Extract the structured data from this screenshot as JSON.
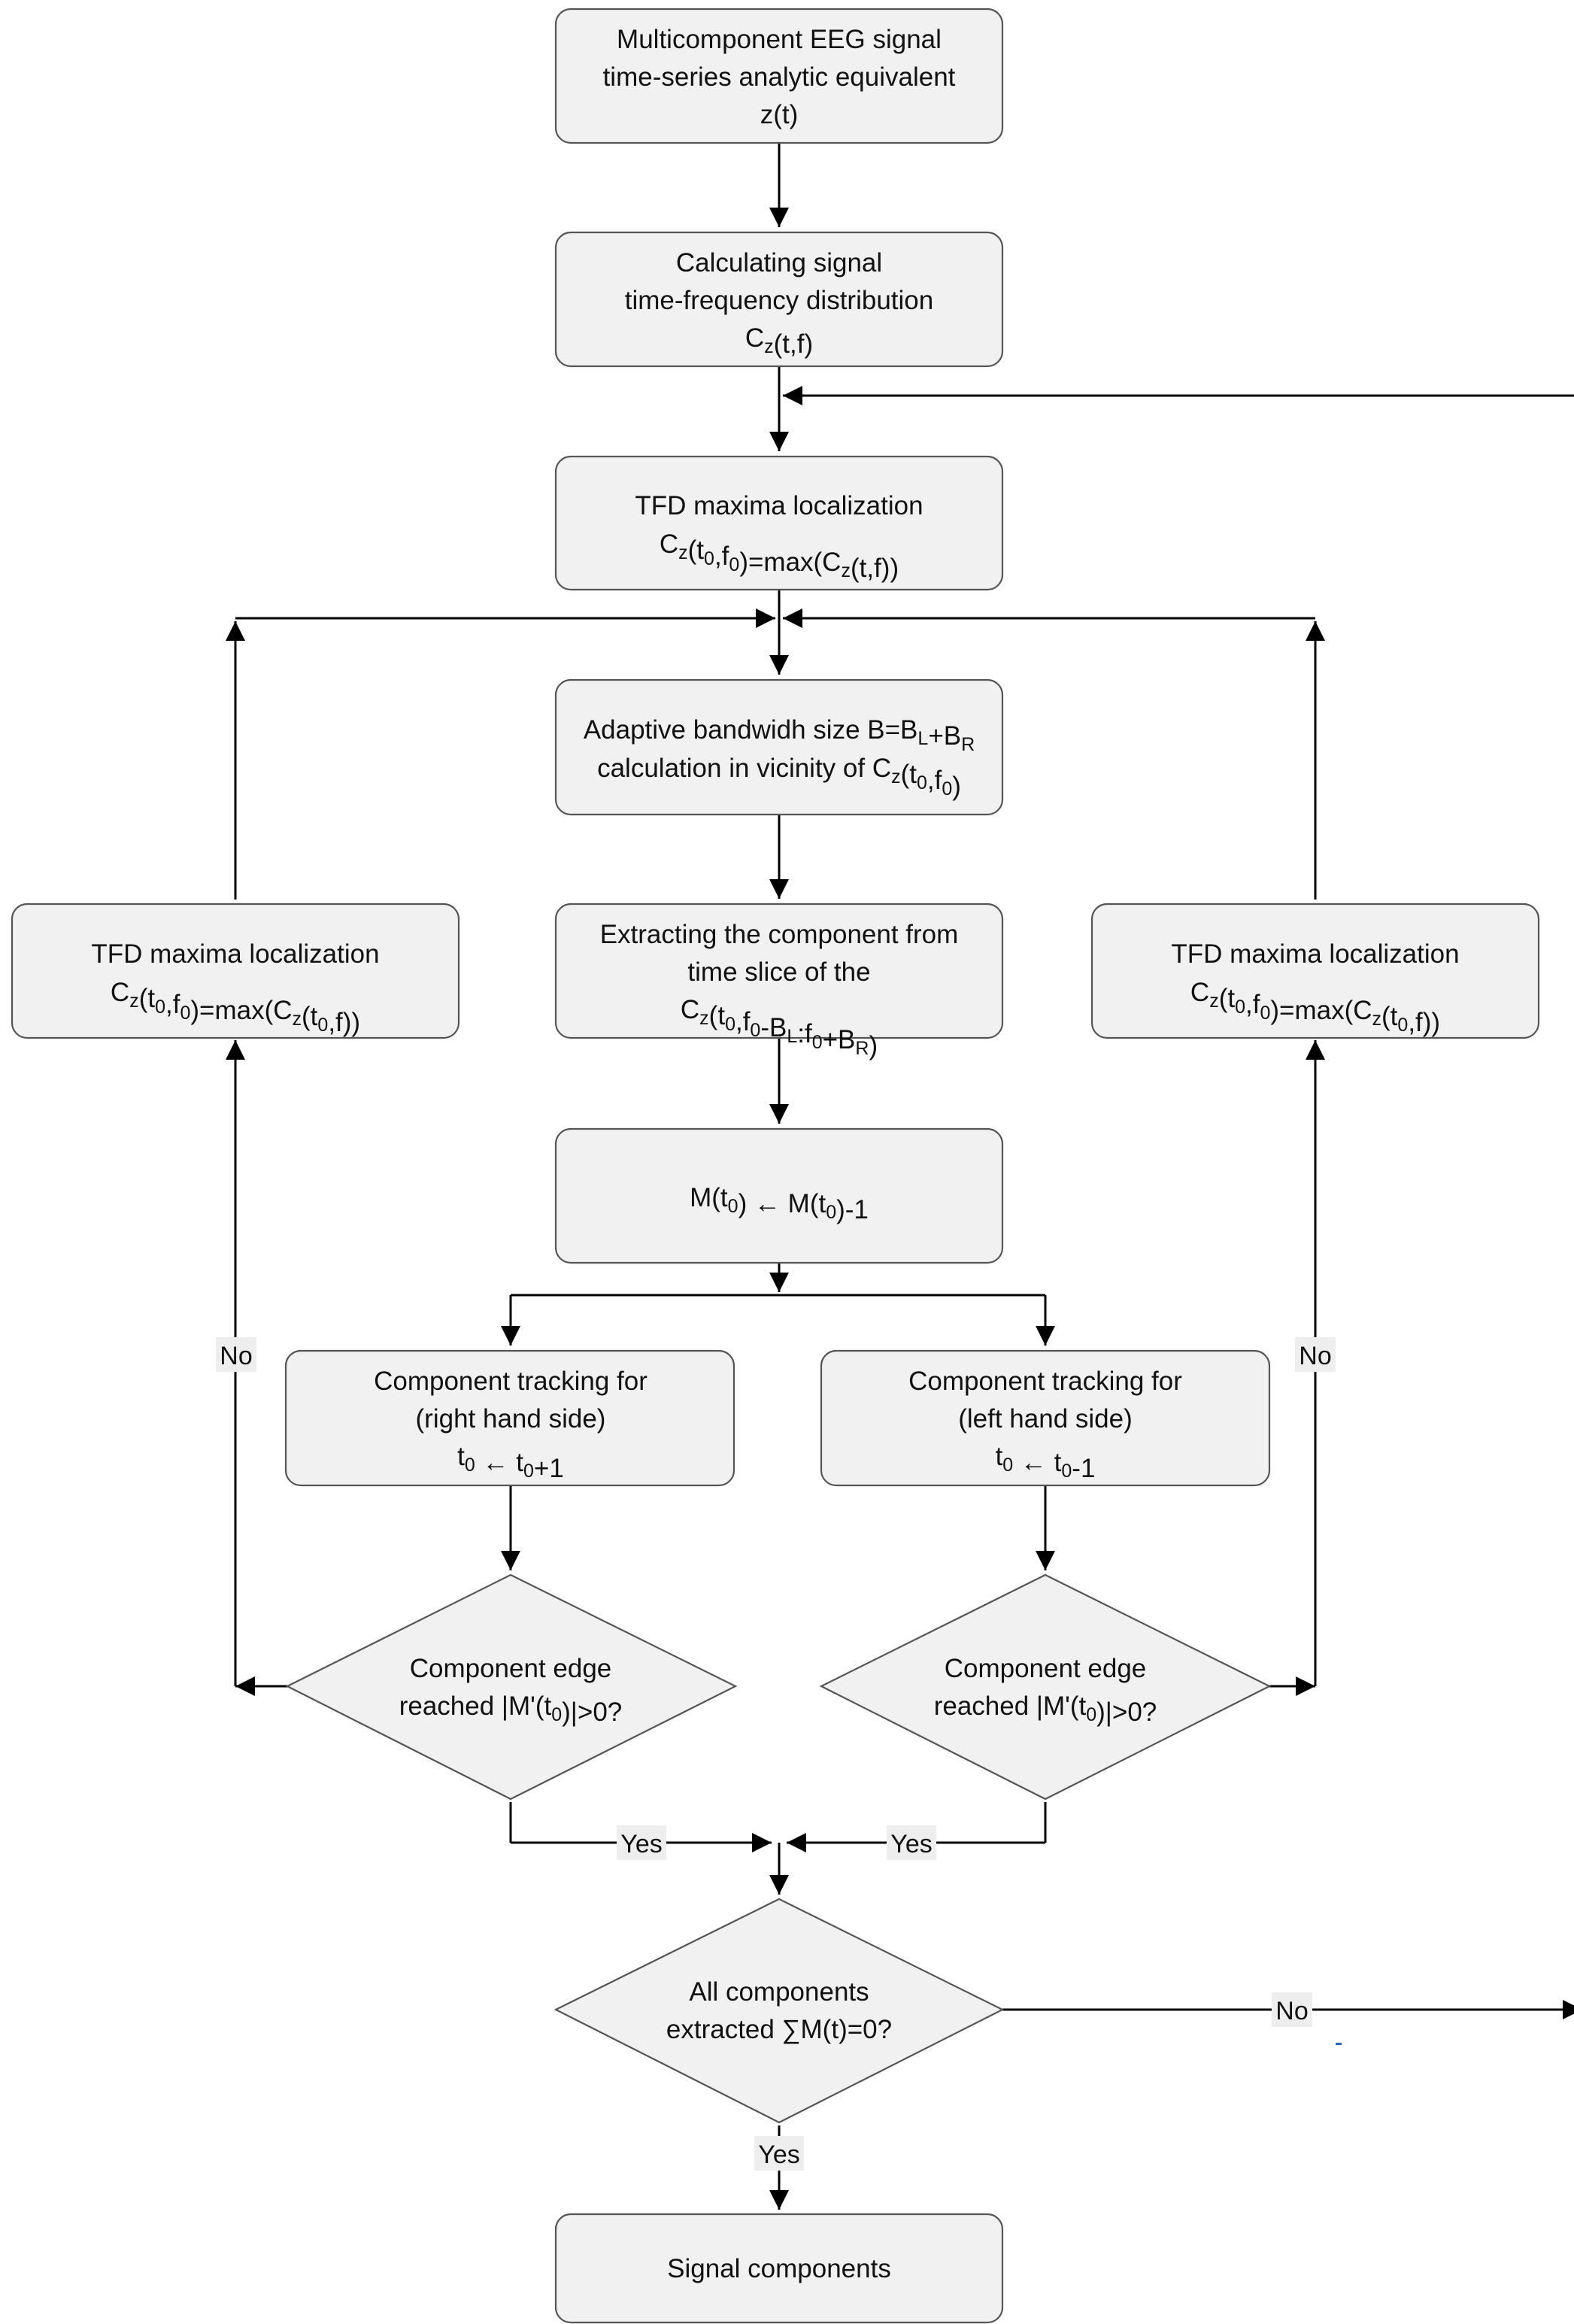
{
  "nodes": {
    "input": {
      "line1": "Multicomponent EEG signal",
      "line2": "time-series analytic equivalent",
      "line3": "z(t)"
    },
    "tfd_calc": {
      "line1": "Calculating signal",
      "line2": "time-frequency distribution",
      "line3": "C_z(t,f)"
    },
    "tfd_max_top": {
      "line1": "TFD maxima localization",
      "line2": "C_z(t_0,f_0)=max(C_z(t,f))"
    },
    "bandwidth": {
      "line1": "Adaptive bandwidh size B=B_L+B_R",
      "line2": "calculation in vicinity of C_z(t_0,f_0)"
    },
    "tfd_max_left": {
      "line1": "TFD maxima localization",
      "line2": "C_z(t_0,f_0)=max(C_z(t_0,f))"
    },
    "extract": {
      "line1": "Extracting the component from",
      "line2": "time slice of the",
      "line3": "C_z(t_0,f_0-B_L:f_0+B_R)"
    },
    "tfd_max_right": {
      "line1": "TFD maxima localization",
      "line2": "C_z(t_0,f_0)=max(C_z(t_0,f))"
    },
    "update_m": {
      "line1": "M(t_0) ← M(t_0)-1"
    },
    "track_right": {
      "line1": "Component tracking for",
      "line2": "(right hand side)",
      "line3": "t_0 ← t_0+1"
    },
    "track_left": {
      "line1": "Component tracking for",
      "line2": "(left hand side)",
      "line3": "t_0 ← t_0-1"
    },
    "edge_right": {
      "line1": "Component edge",
      "line2": "reached |M'(t_0)|>0?"
    },
    "edge_left": {
      "line1": "Component edge",
      "line2": "reached |M'(t_0)|>0?"
    },
    "all_done": {
      "line1": "All components",
      "line2": "extracted ∑M(t)=0?"
    },
    "output": {
      "line1": "Signal components"
    }
  },
  "edge_labels": {
    "no_left": "No",
    "no_right": "No",
    "yes_left": "Yes",
    "yes_right": "Yes",
    "no_bottom": "No",
    "yes_bottom": "Yes"
  },
  "colors": {
    "node_fill": "#f1f1f1",
    "node_stroke": "#555555",
    "edge": "#000000",
    "stray_mark": "#2b6cb0"
  }
}
